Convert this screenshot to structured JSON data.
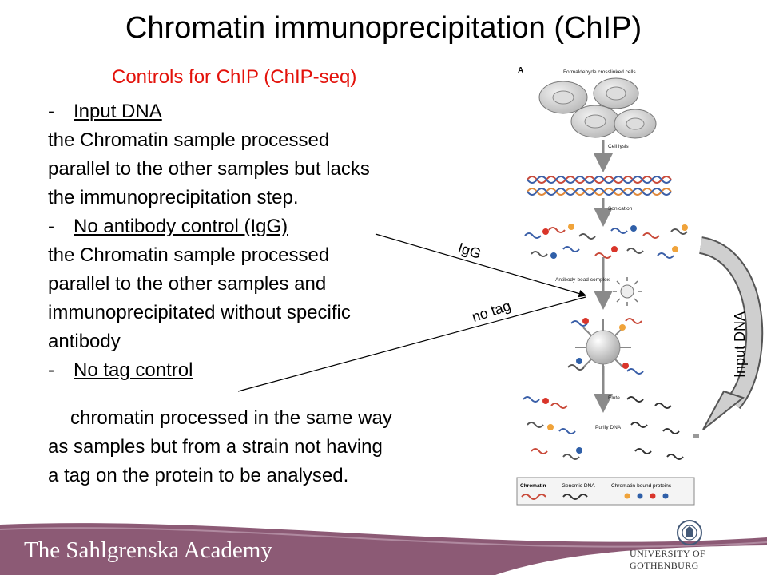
{
  "title": "Chromatin immunoprecipitation (ChIP)",
  "subtitle": "Controls for ChIP (ChIP-seq)",
  "sections": [
    {
      "dash": "-",
      "heading": "Input DNA",
      "lines": [
        "the Chromatin sample processed",
        "parallel to the other samples but lacks",
        "the immunoprecipitation step."
      ]
    },
    {
      "dash": "-",
      "heading": "No antibody control (IgG)",
      "lines": [
        "the Chromatin sample processed",
        "parallel to the other samples and",
        "immunoprecipitated without specific",
        "antibody"
      ]
    },
    {
      "dash": "-",
      "heading": "No tag control",
      "lines": [
        "chromatin processed in the same way",
        "as samples but from a strain not having",
        "a tag on the protein to be analysed."
      ]
    }
  ],
  "annotations": {
    "igg": "IgG",
    "no_tag": "no tag",
    "input_dna": "Input DNA"
  },
  "diagram": {
    "panel_letter": "A",
    "steps": {
      "cells": "Formaldehyde crosslinked cells",
      "lysis": "Cell lysis",
      "sonication": "Sonication",
      "bead": "Antibody-bead complex",
      "elute": "Elute",
      "purify": "Purify DNA"
    },
    "legend": {
      "chromatin": "Chromatin",
      "genomic": "Genomic DNA",
      "proteins": "Chromatin-bound proteins"
    }
  },
  "footer": {
    "brand": "The Sahlgrenska Academy",
    "university": "UNIVERSITY OF GOTHENBURG"
  },
  "colors": {
    "subtitle": "#e3120b",
    "footer_band": "#8c5a75",
    "protein_red": "#d9352a",
    "protein_blue": "#2f5fa8",
    "protein_orange": "#f0a33a"
  }
}
